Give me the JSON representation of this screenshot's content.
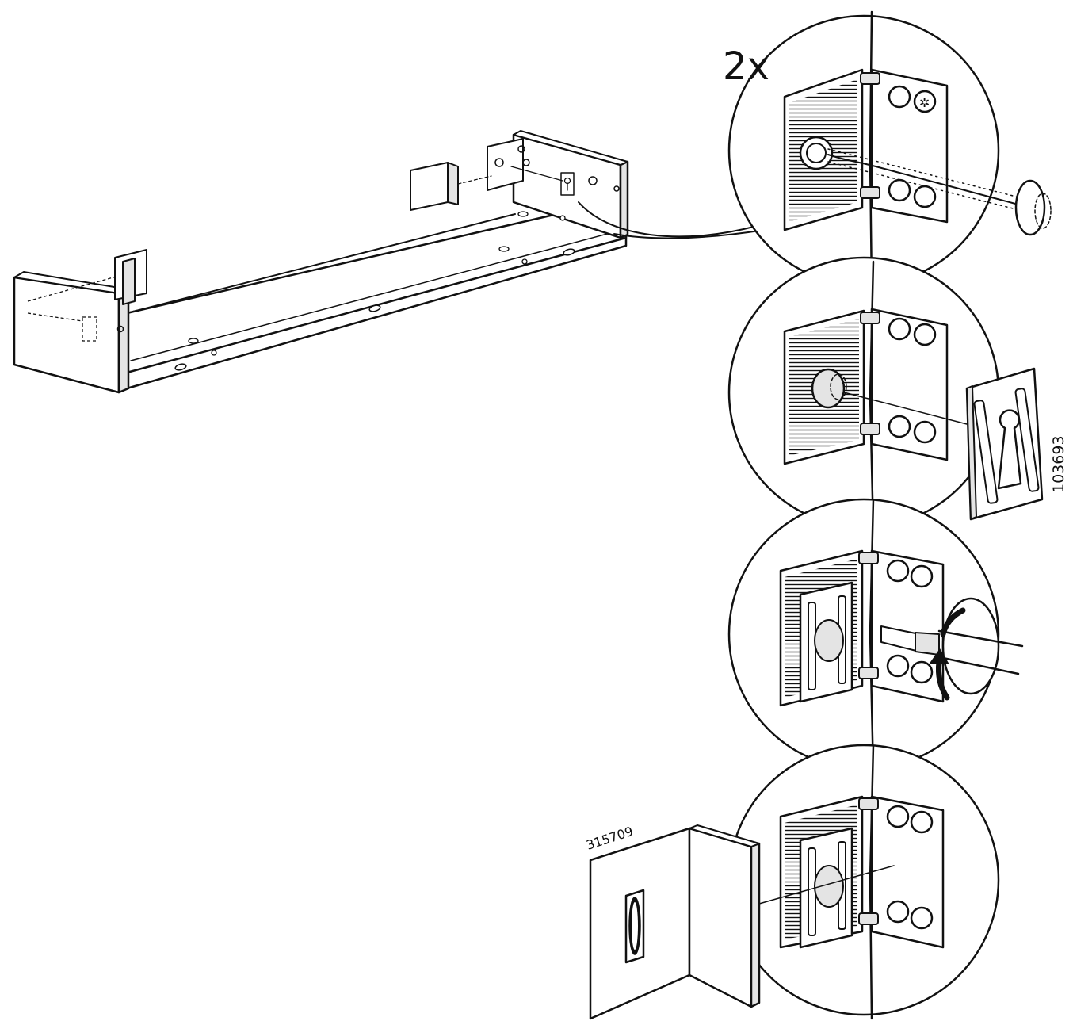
{
  "multiplier_label": "2x",
  "part_number_fitting": "103693",
  "part_number_cover": "315709",
  "colors": {
    "ink": "#111111",
    "paper": "#ffffff",
    "shade": "#e4e4e4"
  },
  "icons": [
    "screw-icon",
    "wall-fitting-icon",
    "screwdriver-icon",
    "rotate-arrow-icon",
    "cover-plate-icon"
  ]
}
